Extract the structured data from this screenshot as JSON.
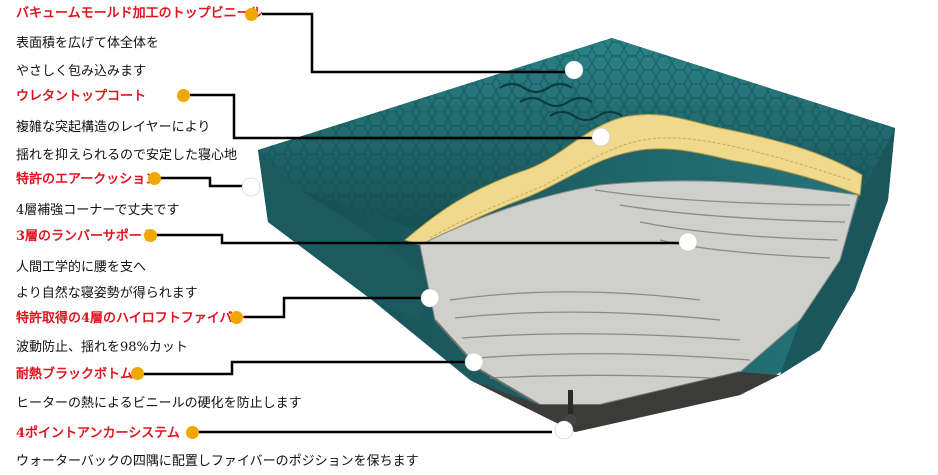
{
  "colors": {
    "title_red": "#e0141e",
    "dot_orange": "#f0a800",
    "water_teal": "#1f6e72",
    "foam_gray": "#cfcfcc",
    "fiber_cream": "#efd98c"
  },
  "features": [
    {
      "title": "バキュームモールド加工のトップビニール",
      "desc1": "表面積を広げて体全体を",
      "desc2": "やさしく包み込みます"
    },
    {
      "title": "ウレタントップコート",
      "desc1": "複雑な突起構造のレイヤーにより",
      "desc2": "揺れを抑えられるので安定した寝心地"
    },
    {
      "title": "特許のエアークッション",
      "desc1": "4層補強コーナーで丈夫です"
    },
    {
      "title": "3層のランバーサポート",
      "desc1": "人間工学的に腰を支へ",
      "desc2": "より自然な寝姿勢が得られます"
    },
    {
      "title": "特許取得の4層のハイロフトファイバー",
      "desc1": "波動防止、揺れを98%カット"
    },
    {
      "title": "耐熱ブラックボトム",
      "desc1": "ヒーターの熱によるビニールの硬化を防止します"
    },
    {
      "title": "4ポイントアンカーシステム",
      "desc1": "ウォーターバックの四隅に配置しファイバーのポジションを保ちます"
    }
  ]
}
